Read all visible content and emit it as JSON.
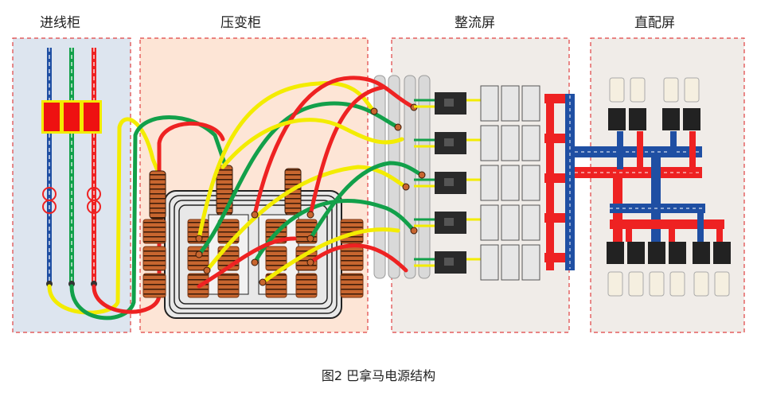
{
  "labels": {
    "incoming": "进线柜",
    "transformer": "压变柜",
    "rectifier": "整流屏",
    "dc": "直配屏"
  },
  "caption": "图2 巴拿马电源结构",
  "colors": {
    "blue": "#1f4fa3",
    "green": "#12a04a",
    "red": "#ee2222",
    "yellow": "#f3ec00",
    "copper": "#c8662f",
    "dash": "#e04040",
    "panel_blue": "#dde5ef",
    "panel_peach": "#fde5d6",
    "panel_gray": "#f0ece8"
  }
}
